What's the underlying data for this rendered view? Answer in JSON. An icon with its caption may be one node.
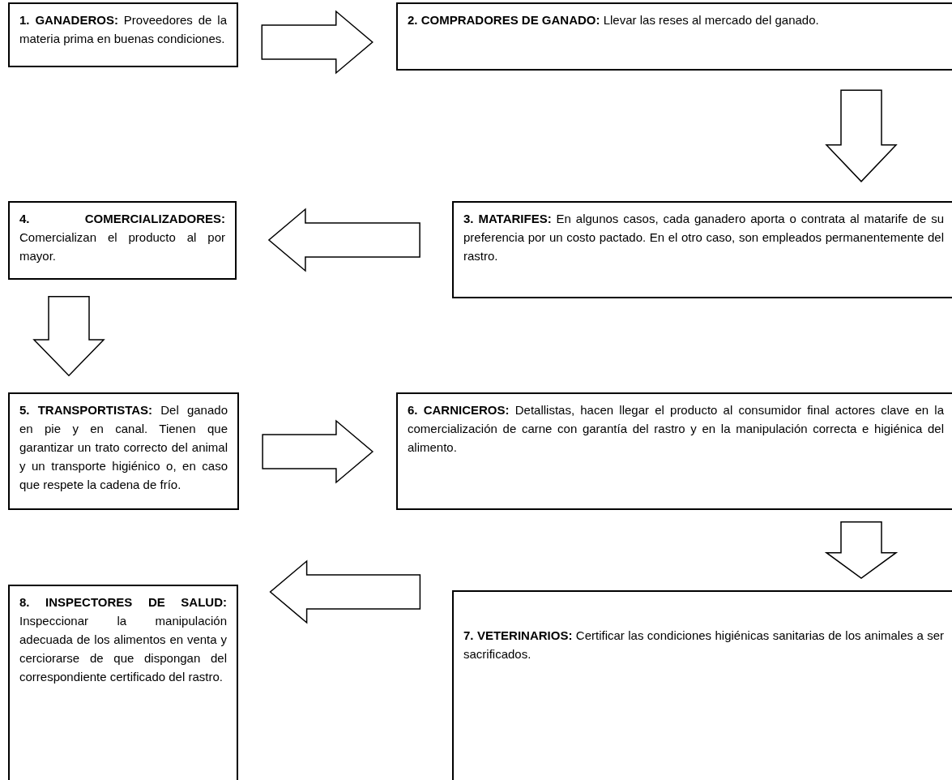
{
  "diagram": {
    "nodes": [
      {
        "text": [
          "**1. GANADEROS:** Proveedores de la materia prima en buenas condiciones."
        ]
      },
      {
        "text": [
          "**2. COMPRADORES DE GANADO:** Llevar las reses al mercado del ganado."
        ]
      },
      {
        "text": [
          "**3. MATARIFES:** En algunos casos, cada ganadero aporta o contrata al matarife de su preferencia por un costo pactado. En el otro caso, son empleados permanentemente del rastro."
        ]
      },
      {
        "text": [
          "**4. COMERCIALIZADORES:** Comercializan el producto al por mayor."
        ]
      },
      {
        "text": [
          "**5. TRANSPORTISTAS:** Del ganado en pie y en canal. Tienen que garantizar un trato correcto del animal y un transporte higiénico o, en caso que respete la cadena de frío."
        ]
      },
      {
        "text": [
          "**6. CARNICEROS:** Detallistas, hacen llegar el producto al consumidor final actores clave en la comercialización de carne con garantía del rastro y en la manipulación correcta e higiénica del alimento."
        ]
      },
      {
        "text": [
          "**7. VETERINARIOS:** Certificar las condiciones higiénicas sanitarias de los animales a ser sacrificados."
        ]
      },
      {
        "text": [
          "**8. INSPECTORES DE SALUD:** Inspeccionar la manipulación adecuada de los alimentos en venta y cerciorarse de que dispongan del correspondiente certificado del rastro."
        ]
      }
    ],
    "edges": [
      {
        "from": 0,
        "to": 1,
        "arrow": "to"
      },
      {
        "from": 1,
        "to": 2,
        "arrow": "to"
      },
      {
        "from": 2,
        "to": 3,
        "arrow": "to"
      },
      {
        "from": 3,
        "to": 4,
        "arrow": "to"
      },
      {
        "from": 4,
        "to": 5,
        "arrow": "to"
      },
      {
        "from": 5,
        "to": 6,
        "arrow": "to"
      },
      {
        "from": 6,
        "to": 7,
        "arrow": "to"
      }
    ]
  }
}
